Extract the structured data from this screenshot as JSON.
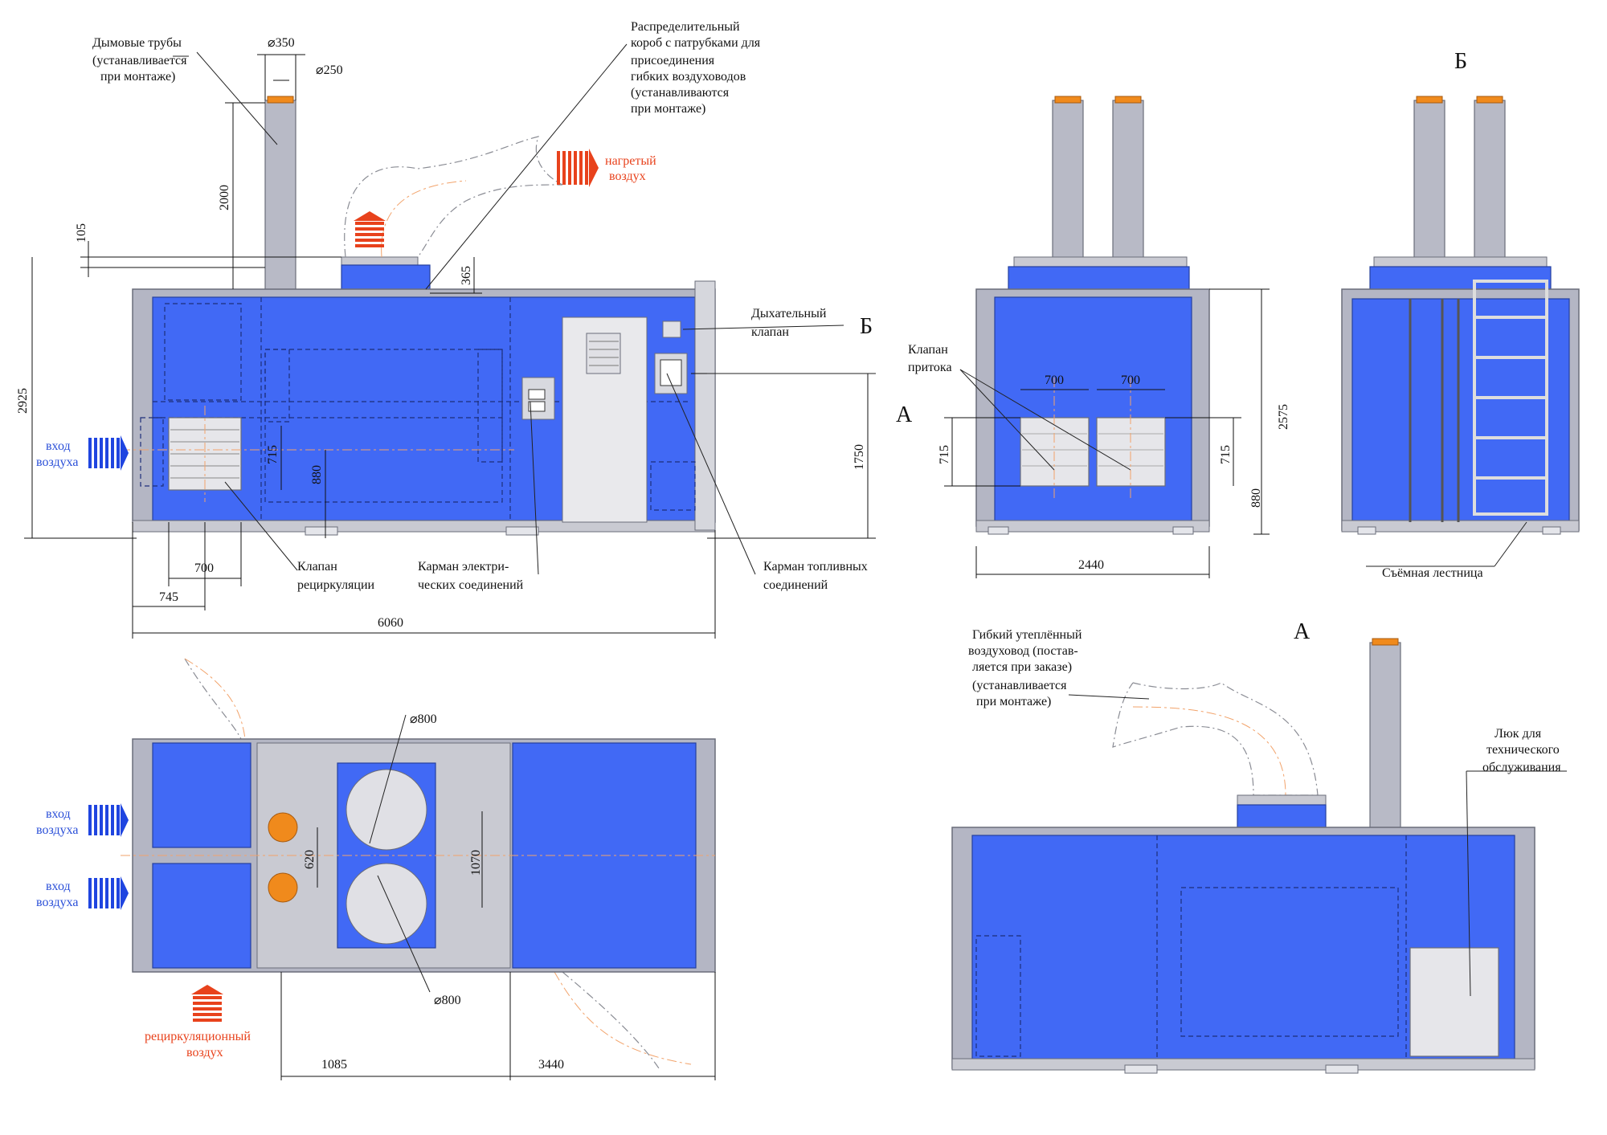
{
  "labels": {
    "smoke_pipes": "Дымовые трубы",
    "smoke_pipes_note1": "(устанавливается",
    "smoke_pipes_note2": "при монтаже)",
    "distrib_box_1": "Распределительный",
    "distrib_box_2": "короб с патрубками для",
    "distrib_box_3": "присоединения",
    "distrib_box_4": "гибких воздуховодов",
    "distrib_box_5": "(устанавливаются",
    "distrib_box_6": "при монтаже)",
    "heated_air_1": "нагретый",
    "heated_air_2": "воздух",
    "breathing_valve_1": "Дыхательный",
    "breathing_valve_2": "клапан",
    "air_in_1": "вход",
    "air_in_2": "воздуха",
    "recirc_valve_1": "Клапан",
    "recirc_valve_2": "рециркуляции",
    "elec_pocket_1": "Карман электри-",
    "elec_pocket_2": "ческих соединений",
    "fuel_pocket_1": "Карман  топливных",
    "fuel_pocket_2": "соединений",
    "supply_valve_1": "Клапан",
    "supply_valve_2": "притока",
    "ladder": "Съёмная лестница",
    "flex_duct_1": "Гибкий утеплённый",
    "flex_duct_2": "воздуховод (постав-",
    "flex_duct_3": "ляется при заказе)",
    "flex_duct_4": "(устанавливается",
    "flex_duct_5": "при монтаже)",
    "hatch_1": "Люк для",
    "hatch_2": "технического",
    "hatch_3": "обслуживания",
    "recirc_air_1": "рециркуляционный",
    "recirc_air_2": "воздух",
    "view_A": "А",
    "view_B": "Б"
  },
  "dimensions": {
    "d350": "⌀350",
    "d250": "⌀250",
    "h2000": "2000",
    "h105": "105",
    "h365": "365",
    "h2925": "2925",
    "h715": "715",
    "h880": "880",
    "h1750": "1750",
    "w700": "700",
    "w745": "745",
    "w6060": "6060",
    "w700a": "700",
    "w700b": "700",
    "h715b": "715",
    "h715c": "715",
    "h2575": "2575",
    "h880b": "880",
    "w2440": "2440",
    "d800a": "⌀800",
    "d800b": "⌀800",
    "h620": "620",
    "h1070": "1070",
    "w1085": "1085",
    "w3440": "3440"
  },
  "colors": {
    "panel_blue": "#4169f5",
    "frame_grey": "#b4b6c4",
    "flue_cap": "#f08a1c",
    "heated_air_arrow": "#e8421c",
    "inlet_arrow": "#1f45e0"
  }
}
